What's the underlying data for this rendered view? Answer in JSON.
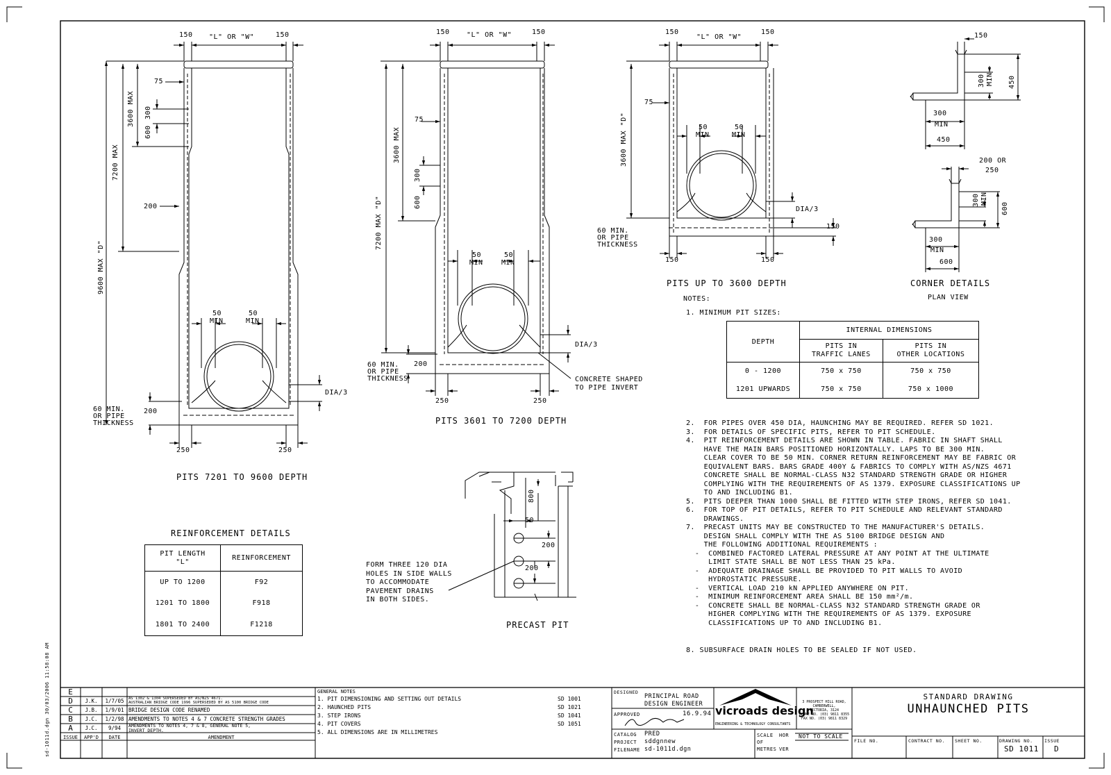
{
  "colors": {
    "line": "#000000",
    "background": "#ffffff"
  },
  "sections": {
    "pits_7201": "PITS 7201 TO 9600 DEPTH",
    "pits_3601": "PITS 3601 TO 7200 DEPTH",
    "pits_3600": "PITS UP TO 3600 DEPTH",
    "corner": "CORNER DETAILS",
    "plan_view": "PLAN VIEW",
    "precast": "PRECAST PIT",
    "reinf": "REINFORCEMENT DETAILS"
  },
  "dims": {
    "d150": "150",
    "lw": "\"L\" OR \"W\"",
    "d75": "75",
    "d300": "300",
    "d600": "600",
    "d200": "200",
    "d250": "250",
    "max3600": "3600 MAX",
    "max7200": "7200 MAX",
    "max9600d": "9600 MAX \"D\"",
    "max7200d": "7200 MAX \"D\"",
    "max3600d": "3600 MAX \"D\"",
    "d50": "50",
    "min": "MIN",
    "dia3": "DIA/3",
    "d60min": "60 MIN.",
    "orpipe": "OR PIPE",
    "thickness": "THICKNESS",
    "concrete1": "CONCRETE SHAPED",
    "concrete2": "TO PIPE INVERT",
    "d450": "450",
    "d200or": "200 OR",
    "d800": "800",
    "form": [
      "FORM THREE 120 DIA",
      "HOLES IN SIDE WALLS",
      "TO ACCOMMODATE",
      "PAVEMENT DRAINS",
      "IN BOTH SIDES."
    ]
  },
  "reinforcement": {
    "head1": "PIT LENGTH",
    "head1b": "\"L\"",
    "head2": "REINFORCEMENT",
    "rows": [
      [
        "UP TO 1200",
        "F92"
      ],
      [
        "1201 TO 1800",
        "F918"
      ],
      [
        "1801 TO 2400",
        "F1218"
      ]
    ]
  },
  "notes": {
    "title": "NOTES:",
    "n1": "1.  MINIMUM PIT SIZES:",
    "pit_table": {
      "depth": "DEPTH",
      "internal": "INTERNAL DIMENSIONS",
      "col1": "PITS IN",
      "col1b": "TRAFFIC LANES",
      "col2": "PITS IN",
      "col2b": "OTHER LOCATIONS",
      "rows": [
        [
          "0 - 1200",
          "750 x 750",
          "750 x 750"
        ],
        [
          "1201 UPWARDS",
          "750 x 750",
          "750 x 1000"
        ]
      ]
    },
    "body": "2.  FOR PIPES OVER 450 DIA, HAUNCHING MAY BE REQUIRED. REFER SD 1021.\n3.  FOR DETAILS OF SPECIFIC PITS, REFER TO PIT SCHEDULE.\n4.  PIT REINFORCEMENT DETAILS ARE SHOWN IN TABLE. FABRIC IN SHAFT SHALL\n    HAVE THE MAIN BARS POSITIONED HORIZONTALLY. LAPS TO BE 300 MIN.\n    CLEAR COVER TO BE 50 MIN. CORNER RETURN REINFORCEMENT MAY BE FABRIC OR\n    EQUIVALENT BARS. BARS GRADE 400Y & FABRICS TO COMPLY WITH AS/NZS 4671\n    CONCRETE SHALL BE NORMAL-CLASS N32 STANDARD STRENGTH GRADE OR HIGHER\n    COMPLYING WITH THE REQUIREMENTS OF AS 1379. EXPOSURE CLASSIFICATIONS UP\n    TO AND INCLUDING B1.\n5.  PITS DEEPER THAN 1000 SHALL BE FITTED WITH STEP IRONS, REFER SD 1041.\n6.  FOR TOP OF PIT DETAILS, REFER TO PIT SCHEDULE AND RELEVANT STANDARD\n    DRAWINGS.\n7.  PRECAST UNITS MAY BE CONSTRUCTED TO THE MANUFACTURER'S DETAILS.\n    DESIGN SHALL COMPLY WITH THE AS 5100 BRIDGE DESIGN AND\n    THE FOLLOWING ADDITIONAL REQUIREMENTS :\n  -  COMBINED FACTORED LATERAL PRESSURE AT ANY POINT AT THE ULTIMATE\n     LIMIT STATE SHALL BE NOT LESS THAN 25 kPa.\n  -  ADEQUATE DRAINAGE SHALL BE PROVIDED TO PIT WALLS TO AVOID\n     HYDROSTATIC PRESSURE.\n  -  VERTICAL LOAD 210 kN APPLIED ANYWHERE ON PIT.\n  -  MINIMUM REINFORCEMENT AREA SHALL BE 150 mm²/m.\n  -  CONCRETE SHALL BE NORMAL-CLASS N32 STANDARD STRENGTH GRADE OR\n     HIGHER COMPLYING WITH THE REQUIREMENTS OF AS 1379. EXPOSURE\n     CLASSIFICATIONS UP TO AND INCLUDING B1.",
    "n8": "8.  SUBSURFACE DRAIN HOLES TO BE SEALED IF NOT USED."
  },
  "revisions": [
    {
      "issue": "E",
      "by": "",
      "date": "",
      "text": ""
    },
    {
      "issue": "D",
      "by": "J.K.",
      "date": "1/7/05",
      "text": "AS 1302 & 1304 SUPERSEDED BY AS/NZS 4671.\nAUSTRALIAN BRIDGE CODE 1996 SUPERSEDED BY AS 5100 BRIDGE CODE"
    },
    {
      "issue": "C",
      "by": "J.B.",
      "date": "1/9/01",
      "text": "BRIDGE DESIGN CODE RENAMED"
    },
    {
      "issue": "B",
      "by": "J.C.",
      "date": "1/2/98",
      "text": "AMENDMENTS TO NOTES 4 & 7 CONCRETE STRENGTH GRADES"
    },
    {
      "issue": "A",
      "by": "J.C.",
      "date": "9/94",
      "text": "AMENDMENTS TO NOTES 4, 7 & 8, GENERAL NOTE 5,\nINVERT DEPTH."
    }
  ],
  "rev_headers": {
    "issue": "ISSUE",
    "app": "APP'D",
    "date": "DATE",
    "amend": "AMENDMENT"
  },
  "side_stamp": "sd-1011d.dgn  30/03/2006  11:58:08 AM",
  "general_notes": {
    "title": "GENERAL NOTES",
    "items": [
      {
        "t": "1. PIT DIMENSIONING AND SETTING OUT DETAILS",
        "r": "SD 1001"
      },
      {
        "t": "2. HAUNCHED PITS",
        "r": "SD 1021"
      },
      {
        "t": "3. STEP IRONS",
        "r": "SD 1041"
      },
      {
        "t": "4. PIT COVERS",
        "r": "SD 1051"
      },
      {
        "t": "5. ALL DIMENSIONS ARE IN MILLIMETRES",
        "r": ""
      }
    ]
  },
  "title_block": {
    "designed_label": "DESIGNED",
    "designed1": "PRINCIPAL ROAD",
    "designed2": "DESIGN ENGINEER",
    "approved_label": "APPROVED",
    "approved_date": "16.9.94",
    "logo": "vicroads design",
    "logo_sub": "ENGINEERING & TECHNOLOGY CONSULTANTS",
    "address": [
      "3 PROSPECT HILL ROAD,",
      "CAMBERWELL,",
      "VICTORIA, 3124",
      "PHONE NO. (03) 9811 8355",
      "FAX NO. (03) 9811 8329"
    ],
    "catalog_label": "CATALOG",
    "catalog": "PRED",
    "project_label": "PROJECT",
    "project": "sddgnnew",
    "filename_label": "FILENAME",
    "filename": "sd-1011d.dgn",
    "scale_label": "SCALE",
    "scale_hor": "HOR",
    "scale_of": "OF",
    "scale_metres": "METRES",
    "scale_ver": "VER",
    "not_to_scale": "NOT TO SCALE",
    "std_drawing": "STANDARD DRAWING",
    "title": "UNHAUNCHED PITS",
    "file_no": "FILE NO.",
    "contract_no": "CONTRACT NO.",
    "sheet_no": "SHEET NO.",
    "drawing_no_label": "DRAWING NO.",
    "drawing_no": "SD 1011",
    "issue_label": "ISSUE",
    "issue": "D"
  }
}
